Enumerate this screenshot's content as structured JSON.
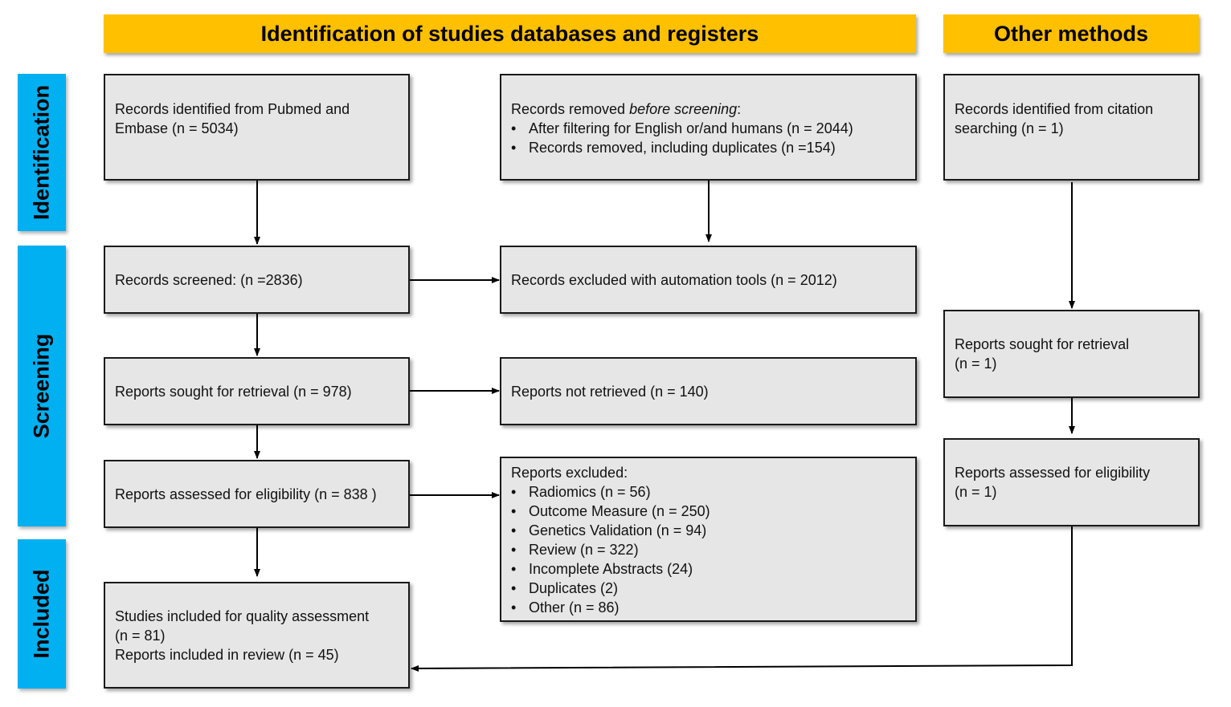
{
  "headers": {
    "databases": "Identification of studies databases and registers",
    "other": "Other methods"
  },
  "stages": {
    "identification": "Identification",
    "screening": "Screening",
    "included": "Included"
  },
  "boxes": {
    "records_identified": "Records identified from Pubmed and Embase (n = 5034)",
    "records_removed": {
      "prefix": "Records removed ",
      "italic": "before screening",
      "suffix": ":",
      "items": [
        "After filtering for English or/and humans (n = 2044)",
        "Records removed, including duplicates (n =154)"
      ]
    },
    "citation_identified": "Records identified from citation searching (n = 1)",
    "records_screened": "Records screened: (n =2836)",
    "records_excluded": "Records excluded with automation tools (n = 2012)",
    "reports_sought": "Reports sought for retrieval (n = 978)",
    "reports_not_retrieved": "Reports not retrieved (n = 140)",
    "other_reports_sought": {
      "line1": "Reports sought for retrieval",
      "line2": "(n = 1)"
    },
    "reports_assessed": "Reports assessed for eligibility (n = 838 )",
    "reports_excluded": {
      "title": "Reports excluded:",
      "items": [
        "Radiomics (n = 56)",
        "Outcome Measure (n = 250)",
        "Genetics Validation (n = 94)",
        "Review (n = 322)",
        "Incomplete Abstracts (24)",
        "Duplicates (2)",
        "Other (n = 86)"
      ]
    },
    "other_reports_assessed": {
      "line1": "Reports assessed for eligibility",
      "line2": "(n = 1)"
    },
    "studies_included": {
      "line1": "Studies included for quality assessment",
      "line2": "(n = 81)",
      "line3": "Reports included in review (n = 45)"
    }
  },
  "colors": {
    "header": "#ffc000",
    "stage": "#00b0f0",
    "box_fill": "#e7e6e6",
    "box_border": "#1a1a1a"
  }
}
